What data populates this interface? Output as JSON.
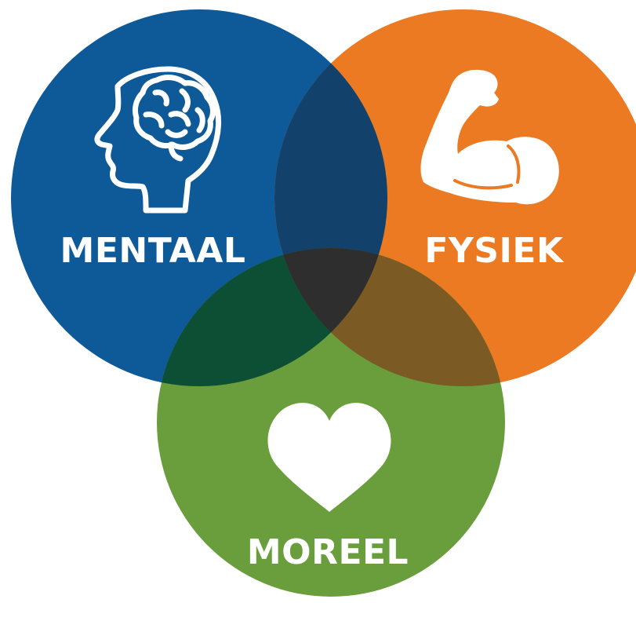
{
  "diagram": {
    "type": "venn",
    "sets": [
      {
        "key": "mentaal",
        "label": "MENTAAL",
        "icon": "brain-head-icon",
        "color": "#0E5A99"
      },
      {
        "key": "fysiek",
        "label": "FYSIEK",
        "icon": "flexed-arm-icon",
        "color": "#EC7A22"
      },
      {
        "key": "moreel",
        "label": "MOREEL",
        "icon": "heart-icon",
        "color": "#6A9E3C"
      }
    ],
    "overlap_colors": {
      "mentaal_fysiek": "#12416B",
      "mentaal_moreel": "#0D4F35",
      "fysiek_moreel": "#7B5A24",
      "center": "#2E2E2E"
    }
  }
}
